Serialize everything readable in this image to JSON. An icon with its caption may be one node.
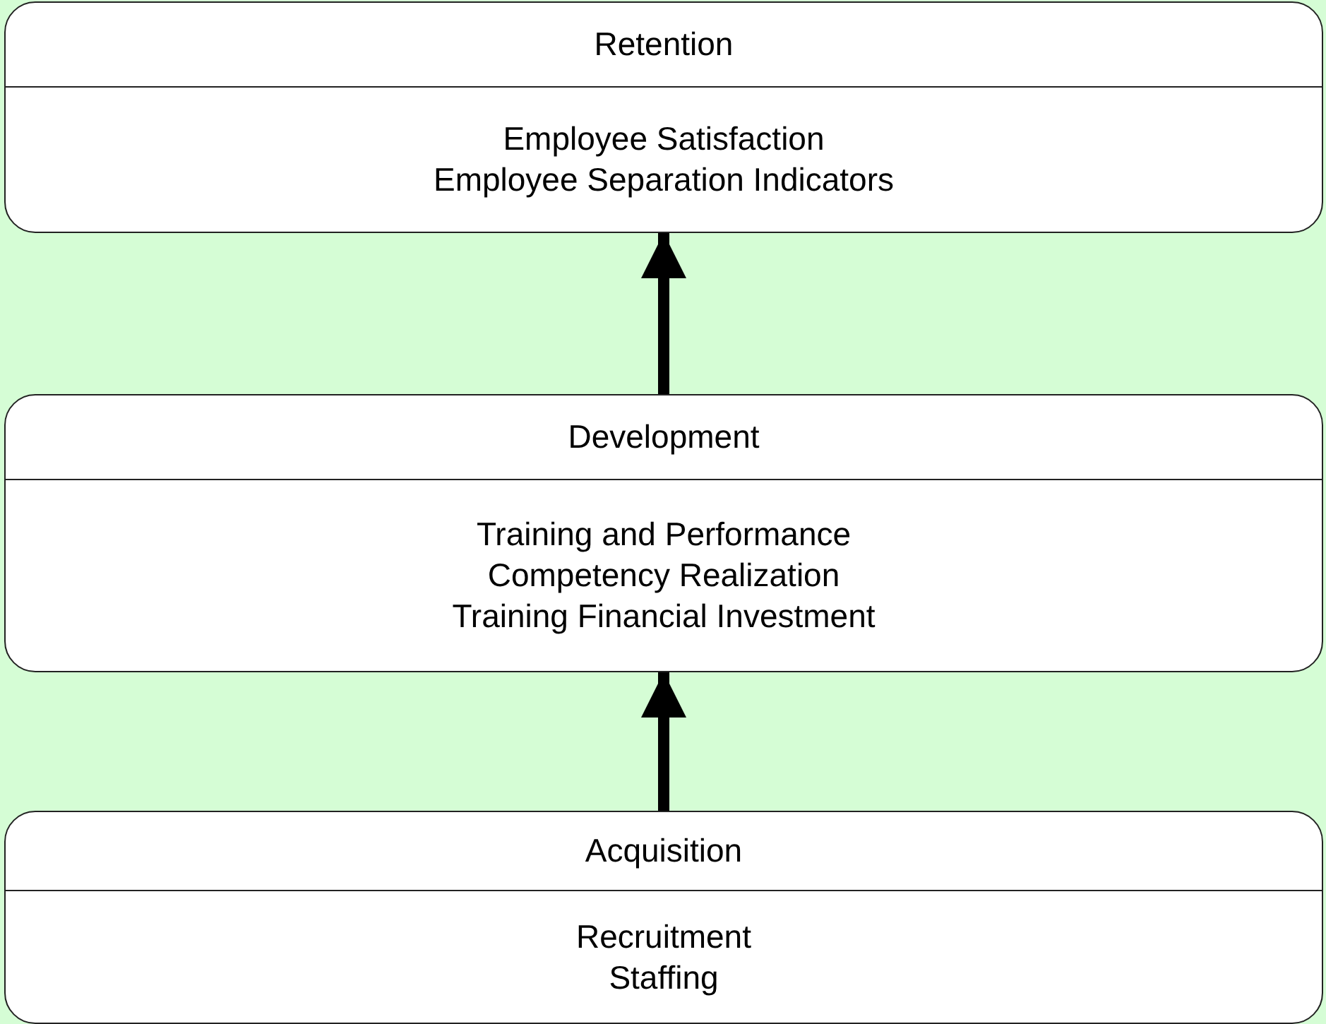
{
  "diagram": {
    "nodes": [
      {
        "text": [
          "Retention",
          "Employee Satisfaction",
          "Employee Separation Indicators"
        ]
      },
      {
        "text": [
          "Development",
          "Training and Performance",
          "Competency Realization",
          "Training Financial Investment"
        ]
      },
      {
        "text": [
          "Acquisition",
          "Recruitment",
          "Staffing"
        ]
      }
    ],
    "edges": [
      {
        "from": 1,
        "to": 0,
        "arrow": "to"
      },
      {
        "from": 2,
        "to": 1,
        "arrow": "to"
      }
    ]
  }
}
